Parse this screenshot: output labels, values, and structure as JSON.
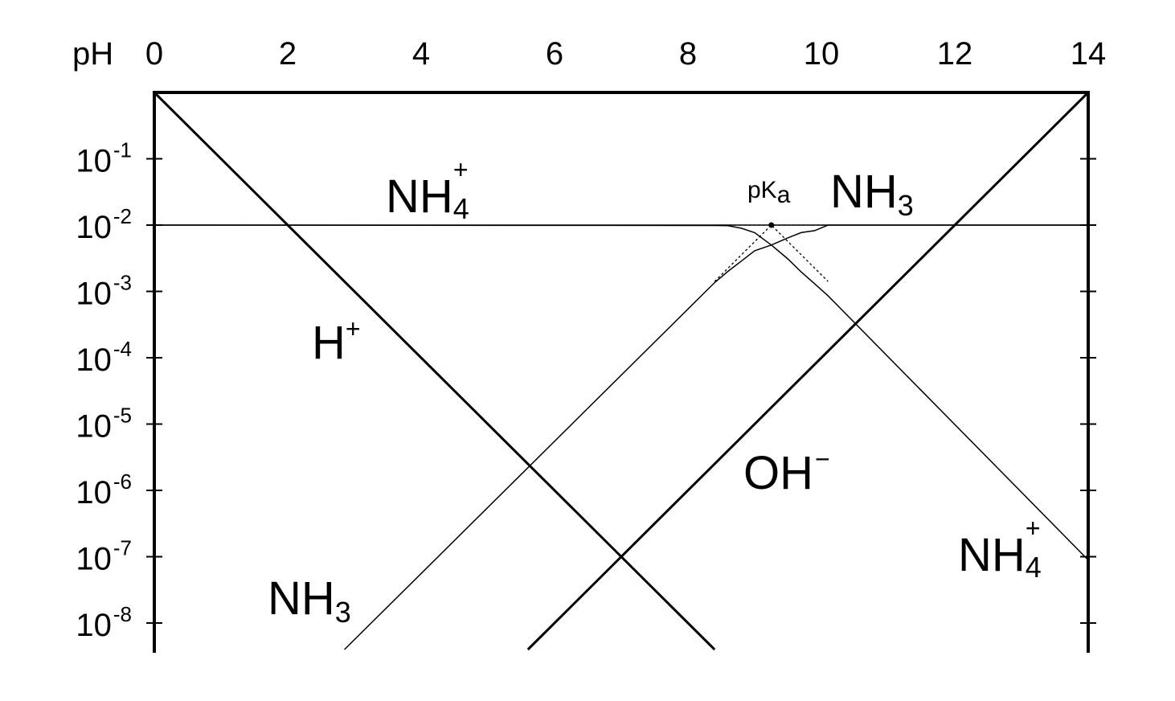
{
  "chart_data": {
    "type": "line",
    "title": "",
    "xlabel": "pH",
    "ylabel": "",
    "xlim": [
      0,
      14
    ],
    "ylim": [
      -8.5,
      0
    ],
    "y_scale": "log",
    "x_ticks": [
      "0",
      "2",
      "4",
      "6",
      "8",
      "10",
      "12",
      "14"
    ],
    "y_ticks": [
      {
        "value": -1,
        "base": "10",
        "exp": "-1"
      },
      {
        "value": -2,
        "base": "10",
        "exp": "-2"
      },
      {
        "value": -3,
        "base": "10",
        "exp": "-3"
      },
      {
        "value": -4,
        "base": "10",
        "exp": "-4"
      },
      {
        "value": -5,
        "base": "10",
        "exp": "-5"
      },
      {
        "value": -6,
        "base": "10",
        "exp": "-6"
      },
      {
        "value": -7,
        "base": "10",
        "exp": "-7"
      },
      {
        "value": -8,
        "base": "10",
        "exp": "-8"
      }
    ],
    "concentration_log": -2,
    "pKa": 9.25,
    "series": [
      {
        "key": "H",
        "style": "thick",
        "x": [
          0,
          8.4
        ],
        "y": [
          0,
          -8.4
        ]
      },
      {
        "key": "OH",
        "style": "thick",
        "x": [
          5.6,
          14
        ],
        "y": [
          -8.4,
          0
        ]
      },
      {
        "key": "NH4",
        "style": "thin",
        "x": [
          0,
          8.4,
          8.6,
          8.8,
          9.0,
          9.25,
          9.5,
          9.7,
          9.9,
          10.1,
          14
        ],
        "y": [
          -2.0,
          -2.006,
          -2.009,
          -2.047,
          -2.114,
          -2.301,
          -2.512,
          -2.709,
          -2.886,
          -3.066,
          -7.05
        ]
      },
      {
        "key": "NH3",
        "style": "thin",
        "x": [
          2.85,
          8.4,
          8.6,
          8.8,
          9.0,
          9.25,
          9.5,
          9.7,
          9.9,
          10.1,
          14
        ],
        "y": [
          -8.4,
          -2.867,
          -2.697,
          -2.543,
          -2.387,
          -2.301,
          -2.191,
          -2.112,
          -2.084,
          -2.0,
          -2.0
        ]
      },
      {
        "key": "NH4_asym",
        "style": "dotted",
        "x": [
          8.4,
          9.25,
          10.1
        ],
        "y": [
          -2.0,
          -2.0,
          -2.85
        ]
      },
      {
        "key": "NH3_asym",
        "style": "dotted",
        "x": [
          8.4,
          9.25,
          10.1
        ],
        "y": [
          -2.85,
          -2.0,
          -2.0
        ]
      }
    ],
    "labels": {
      "nh4_top": {
        "base": "NH",
        "sub": "4",
        "sup": "+"
      },
      "nh3_top": {
        "base": "NH",
        "sub": "3"
      },
      "h_plus": {
        "base": "H",
        "sup": "+"
      },
      "oh_minus": {
        "base": "OH",
        "sup": "−"
      },
      "nh4_bottom": {
        "base": "NH",
        "sub": "4",
        "sup": "+"
      },
      "nh3_bottom": {
        "base": "NH",
        "sub": "3"
      },
      "pka": {
        "base": "pK",
        "sub": "a"
      }
    }
  }
}
